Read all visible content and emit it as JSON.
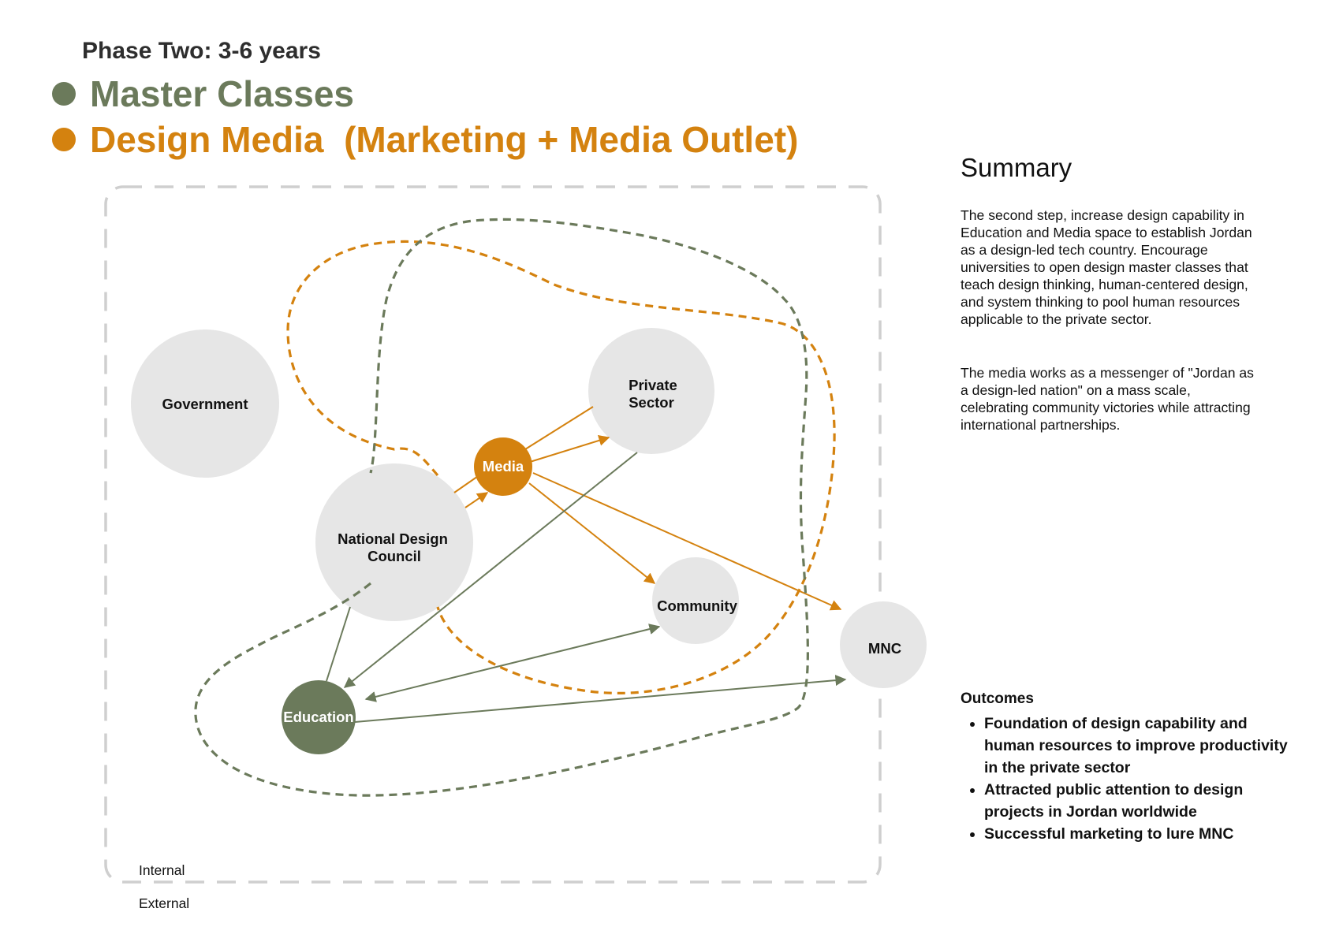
{
  "header": {
    "phase": "Phase Two: 3-6 years",
    "legend": [
      {
        "label": "Master Classes",
        "color": "#6b7a5b"
      },
      {
        "label": "Design Media  (Marketing + Media Outlet)",
        "color": "#d4820f"
      }
    ]
  },
  "diagram": {
    "zones": {
      "internal": "Internal",
      "external": "External"
    },
    "nodes": {
      "government": "Government",
      "private_sector": [
        "Private",
        "Sector"
      ],
      "media": "Media",
      "national_design_council": [
        "National Design",
        "Council"
      ],
      "community": "Community",
      "education": "Education",
      "mnc": "MNC"
    },
    "colors": {
      "master_classes": "#6b7a5b",
      "design_media": "#d4820f",
      "node_fill": "#e6e6e6",
      "boundary": "#cfcfcf"
    }
  },
  "summary": {
    "title": "Summary",
    "p1": "The second step, increase design capability in Education and Media space to establish Jordan as a design-led tech country. Encourage universities to open design master classes that teach design thinking, human-centered design, and system thinking to pool human resources applicable to the private sector.",
    "p2": "The media works as a messenger of \"Jordan as a design-led nation\" on a mass scale, celebrating community victories while attracting international partnerships."
  },
  "outcomes": {
    "title": "Outcomes",
    "items": [
      "Foundation of design capability and human resources to improve productivity in the private sector",
      "Attracted public attention to design projects in Jordan worldwide",
      "Successful marketing to lure MNC"
    ]
  }
}
